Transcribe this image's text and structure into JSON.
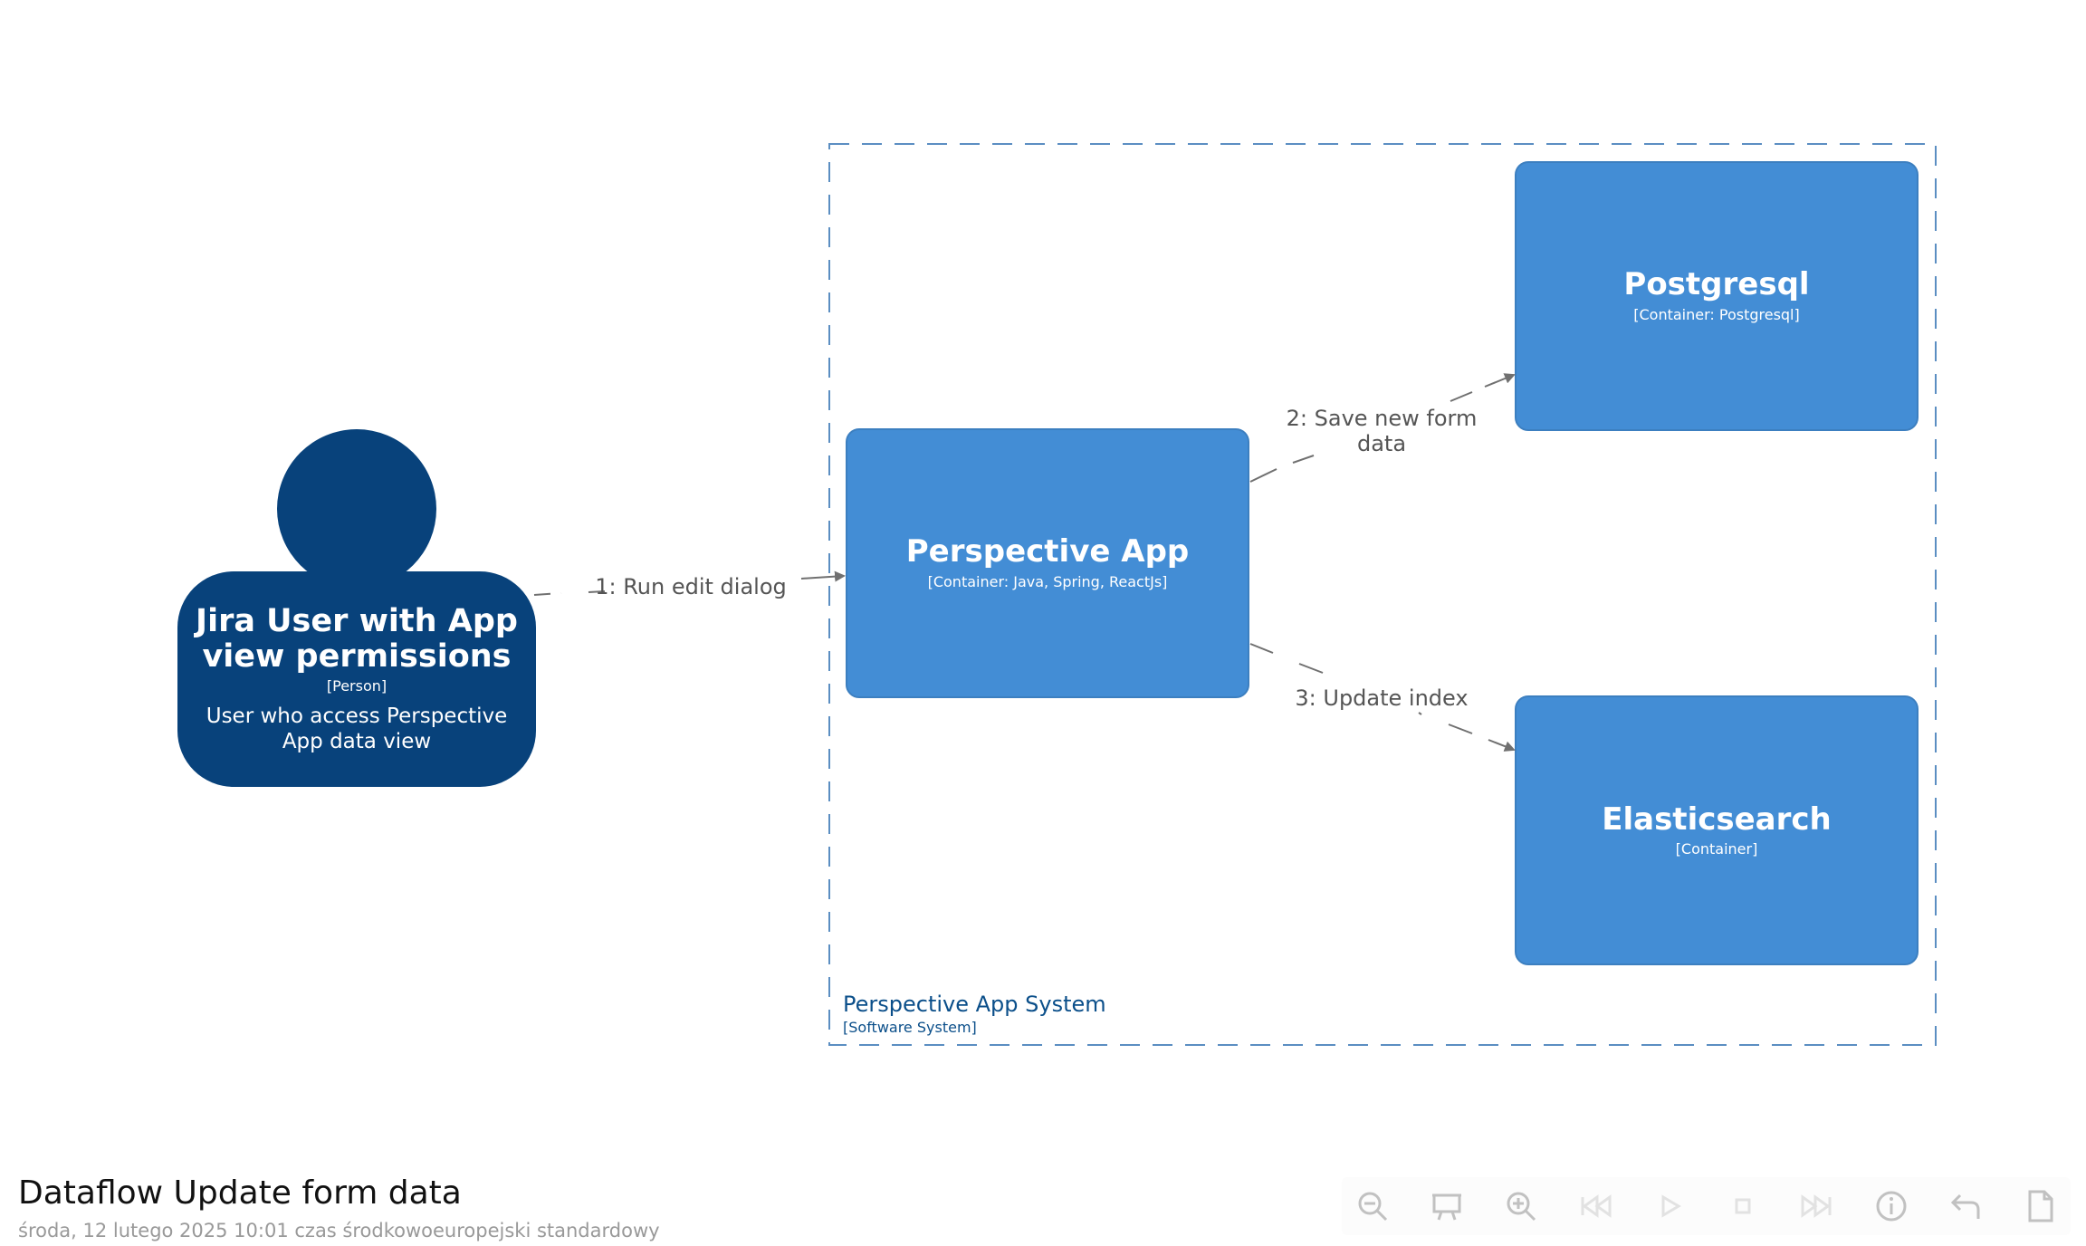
{
  "diagram": {
    "boundary": {
      "name": "Perspective App System",
      "technology": "[Software System]"
    },
    "person": {
      "title_line1": "Jira User with App",
      "title_line2": "view permissions",
      "tag": "[Person]",
      "description_line1": "User who access Perspective",
      "description_line2": "App data view"
    },
    "containers": {
      "perspective_app": {
        "title": "Perspective App",
        "technology": "[Container: Java, Spring, ReactJs]"
      },
      "postgresql": {
        "title": "Postgresql",
        "technology": "[Container: Postgresql]"
      },
      "elasticsearch": {
        "title": "Elasticsearch",
        "technology": "[Container]"
      }
    },
    "relationships": {
      "r1": "1: Run edit dialog",
      "r2_line1": "2: Save new form",
      "r2_line2": "data",
      "r3": "3: Update index"
    },
    "colors": {
      "container": "#438dd5",
      "person": "#08427b",
      "boundary": "#5b8ec2",
      "edge": "#707070"
    }
  },
  "footer": {
    "title": "Dataflow Update form data",
    "subtitle": "środa, 12 lutego 2025 10:01 czas środkowoeuropejski standardowy"
  },
  "toolbar": {
    "buttons": [
      {
        "icon": "zoom-out-icon"
      },
      {
        "icon": "presentation-icon"
      },
      {
        "icon": "zoom-in-icon"
      },
      {
        "icon": "skip-back-icon"
      },
      {
        "icon": "play-icon"
      },
      {
        "icon": "stop-icon"
      },
      {
        "icon": "skip-forward-icon"
      },
      {
        "icon": "info-icon"
      },
      {
        "icon": "undo-icon"
      },
      {
        "icon": "png-export-icon"
      }
    ]
  }
}
